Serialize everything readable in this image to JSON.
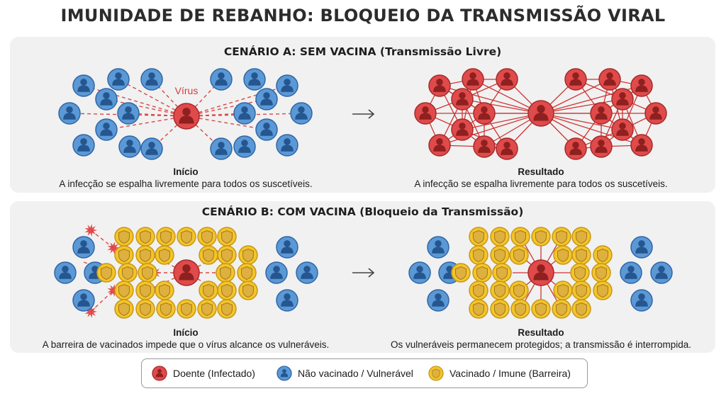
{
  "title": "IMUNIDADE DE REBANHO: BLOQUEIO DA TRANSMISSÃO VIRAL",
  "scenario_a": {
    "title": "CENÁRIO A: SEM VACINA (Transmissão Livre)",
    "virus_label": "Vírus",
    "start_heading": "Início",
    "start_caption": "A infecção se espalha livremente para todos os suscetíveis.",
    "result_heading": "Resultado",
    "result_caption": "A infecção se espalha livremente para todos os suscetíveis."
  },
  "scenario_b": {
    "title": "CENÁRIO B: COM VACINA (Bloqueio da Transmissão)",
    "start_heading": "Início",
    "start_caption": "A barreira de vacinados impede que o vírus alcance os vulneráveis.",
    "result_heading": "Resultado",
    "result_caption": "Os vulneráveis permanecem protegidos; a transmissão é interrompida."
  },
  "legend": {
    "infected": "Doente (Infectado)",
    "vulnerable": "Não vacinado / Vulnerável",
    "vaccinated": "Vacinado / Imune (Barreira)"
  },
  "colors": {
    "infected": "#e04a4a",
    "vulnerable": "#4f8fd0",
    "vaccinated": "#f0c020",
    "panel": "#f1f1f1"
  }
}
